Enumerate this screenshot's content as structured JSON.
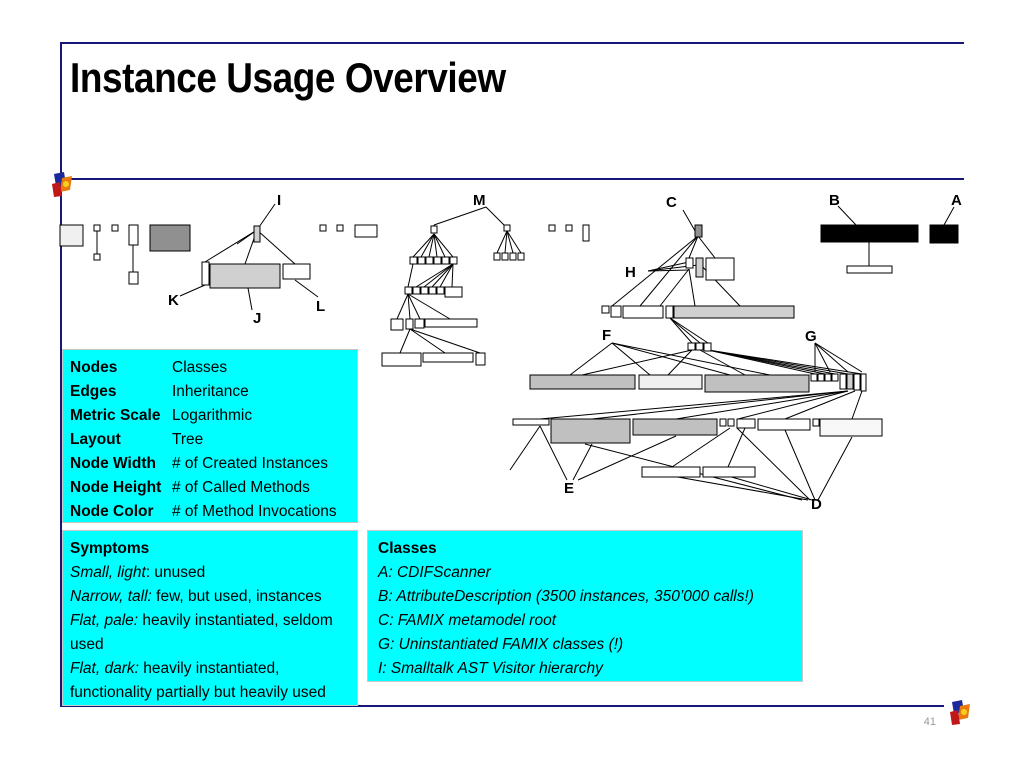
{
  "title": "Instance Usage Overview",
  "graph_labels": {
    "I": "I",
    "M": "M",
    "C": "C",
    "B": "B",
    "A": "A",
    "H": "H",
    "F": "F",
    "G": "G",
    "K": "K",
    "J": "J",
    "L": "L",
    "E": "E",
    "D": "D"
  },
  "legend": {
    "rows": [
      {
        "key": "Nodes",
        "value": "Classes"
      },
      {
        "key": "Edges",
        "value": "Inheritance"
      },
      {
        "key": "Metric Scale",
        "value": "Logarithmic"
      },
      {
        "key": "Layout",
        "value": "Tree"
      },
      {
        "key": "Node Width",
        "value": "# of Created Instances"
      },
      {
        "key": "Node Height",
        "value": "# of Called Methods"
      },
      {
        "key": "Node Color",
        "value": "# of Method Invocations"
      }
    ]
  },
  "symptoms": {
    "heading": "Symptoms",
    "items": [
      {
        "term": "Small, light",
        "sep": ":",
        "desc": " unused"
      },
      {
        "term": "Narrow, tall:",
        "sep": "",
        "desc": " few, but used, instances"
      },
      {
        "term": "Flat, pale:",
        "sep": "",
        "desc": " heavily instantiated, seldom used"
      },
      {
        "term": "Flat, dark:",
        "sep": "",
        "desc": " heavily instantiated, functionality partially but heavily used"
      }
    ]
  },
  "classes": {
    "heading": "Classes",
    "items": [
      "A: CDIFScanner",
      "B: AttributeDescription (3500 instances, 350’000 calls!)",
      "C: FAMIX metamodel root",
      "G: Uninstantiated FAMIX classes (!)",
      "I: Smalltalk AST Visitor hierarchy"
    ]
  },
  "page_number": "41",
  "colors": {
    "accent_line": "#17177a",
    "box_fill": "#00ffff"
  }
}
